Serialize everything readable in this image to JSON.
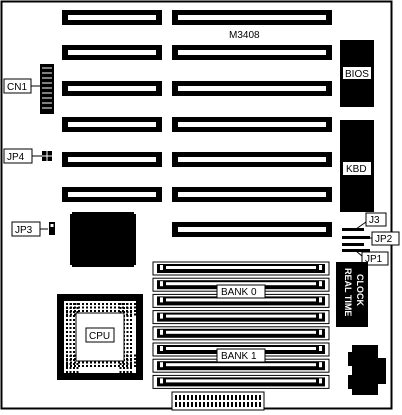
{
  "board": {
    "model": "M3408"
  },
  "labels": {
    "cn1": "CN1",
    "jp4": "JP4",
    "jp3": "JP3",
    "jp1": "JP1",
    "jp2": "JP2",
    "j3": "J3",
    "bios": "BIOS",
    "kbd": "KBD",
    "cpu": "CPU",
    "bank0": "BANK 0",
    "bank1": "BANK 1",
    "rtc_line1": "REAL TIME",
    "rtc_line2": "CLOCK"
  }
}
